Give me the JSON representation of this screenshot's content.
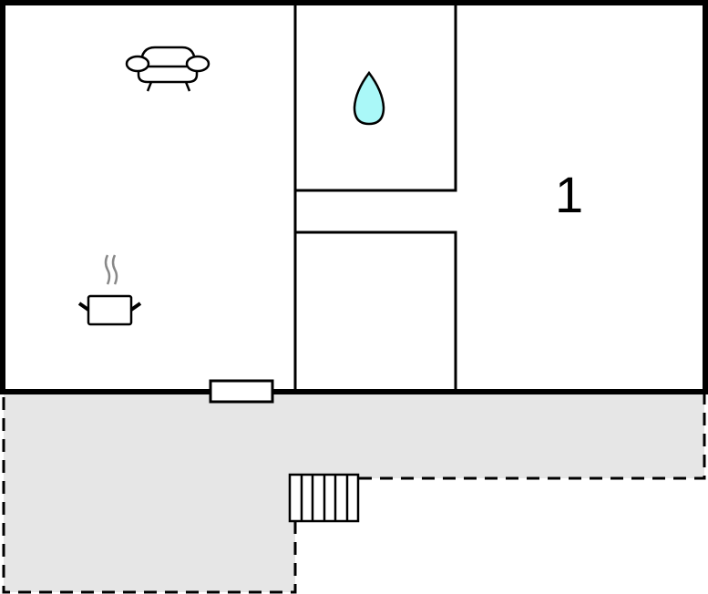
{
  "diagram": {
    "type": "floor-plan",
    "colors": {
      "wall": "#000000",
      "terrace_fill": "#e6e6e6",
      "water_fill": "#aaf8f8",
      "steam": "#888888",
      "background": "#ffffff"
    },
    "rooms": [
      {
        "id": "living-kitchen",
        "icons": [
          "sofa-icon",
          "cooking-pot-icon"
        ]
      },
      {
        "id": "bathroom",
        "icons": [
          "water-drop-icon"
        ]
      },
      {
        "id": "hallway",
        "icons": []
      },
      {
        "id": "room-small",
        "icons": []
      },
      {
        "id": "bedroom-1",
        "label": "1"
      }
    ],
    "bedroom_label": "1",
    "outdoor": {
      "id": "terrace",
      "style": "dashed",
      "features": [
        "stairs-icon"
      ]
    },
    "door": {
      "id": "entrance-door"
    }
  }
}
